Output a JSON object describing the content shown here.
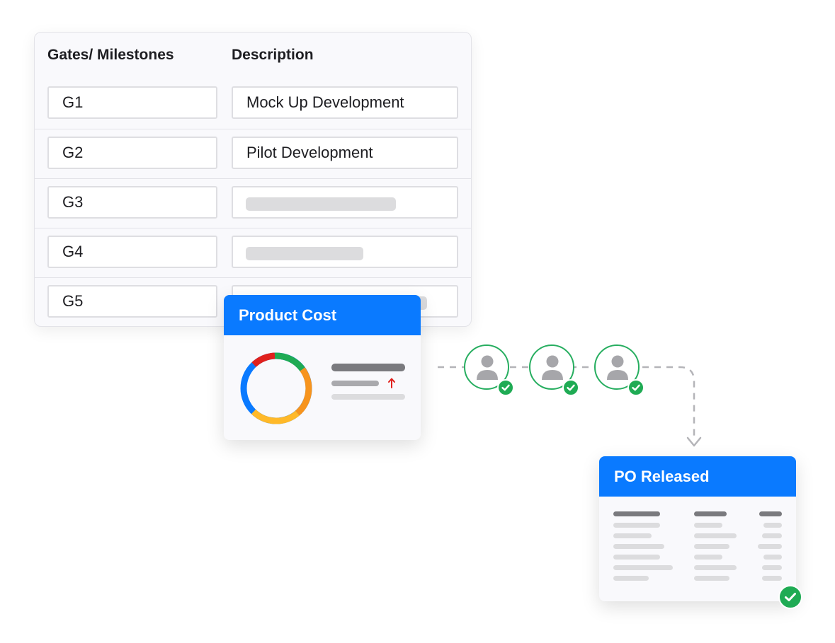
{
  "milestones_table": {
    "columns": {
      "gate": "Gates/ Milestones",
      "description": "Description"
    },
    "rows": [
      {
        "gate": "G1",
        "description": "Mock Up Development"
      },
      {
        "gate": "G2",
        "description": "Pilot Development"
      },
      {
        "gate": "G3",
        "description": ""
      },
      {
        "gate": "G4",
        "description": ""
      },
      {
        "gate": "G5",
        "description": ""
      }
    ]
  },
  "product_cost_card": {
    "title": "Product Cost",
    "trend_icon": "arrow-up-icon",
    "trend_color": "#e0211d"
  },
  "approvers": {
    "icon": "user-icon",
    "status_icon": "check-icon",
    "count": 3
  },
  "po_card": {
    "title": "PO Released",
    "status_icon": "check-icon"
  },
  "colors": {
    "header_blue": "#0a7aff",
    "approved_green": "#1fab54",
    "donut_blue": "#0a7aff",
    "donut_red": "#e0211d",
    "donut_green": "#1fab54",
    "donut_orange": "#f7941d",
    "donut_yellow": "#ffb929"
  }
}
